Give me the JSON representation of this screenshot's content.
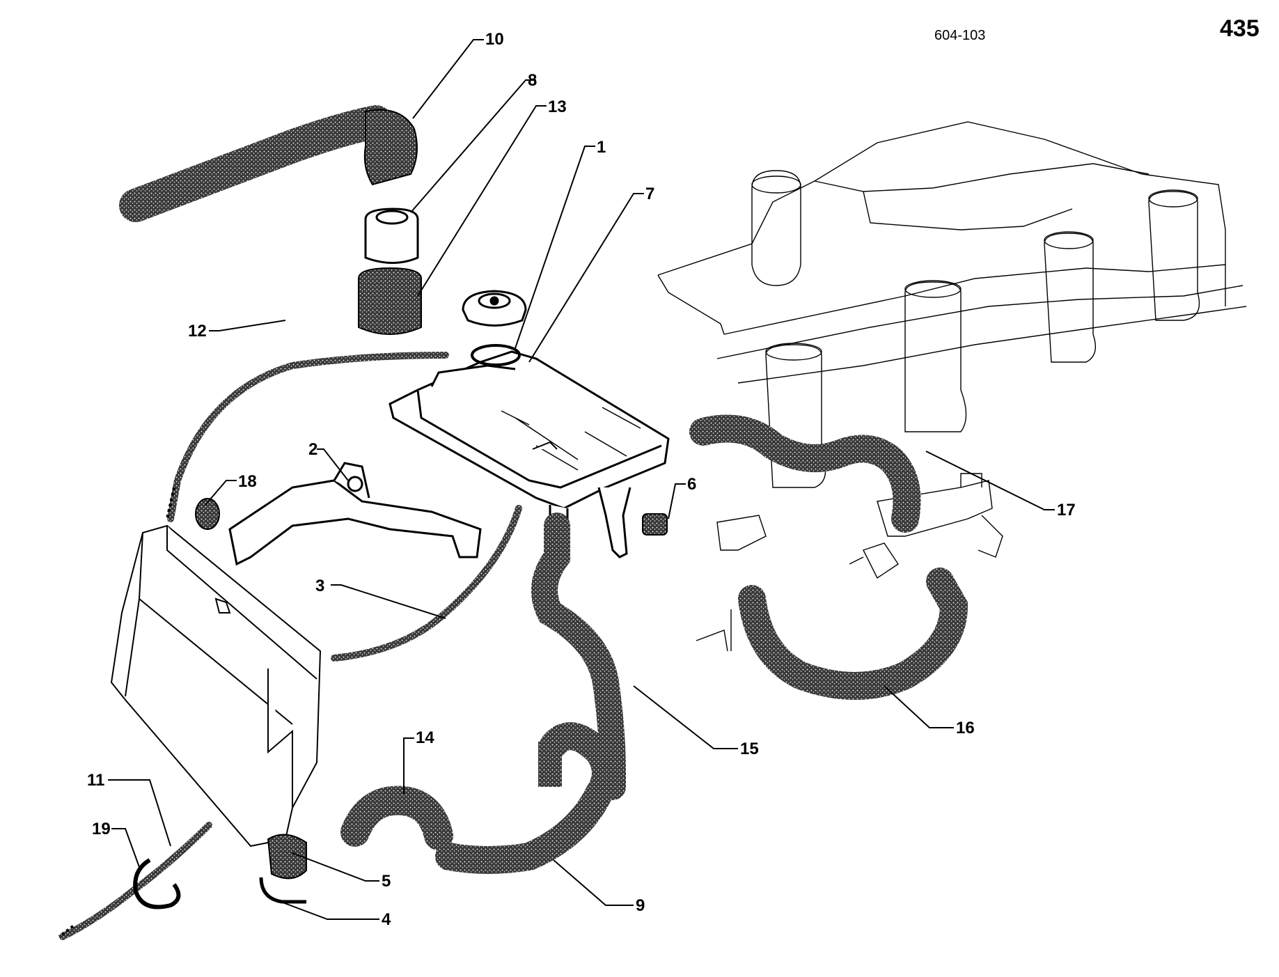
{
  "page_number": "435",
  "reference_code": "604-103",
  "callouts": {
    "c1": "1",
    "c2": "2",
    "c3": "3",
    "c4": "4",
    "c5": "5",
    "c6": "6",
    "c7": "7",
    "c8": "8",
    "c9": "9",
    "c10": "10",
    "c11": "11",
    "c12": "12",
    "c13": "13",
    "c14": "14",
    "c15": "15",
    "c16": "16",
    "c17": "17",
    "c18": "18",
    "c19": "19"
  },
  "colors": {
    "ink": "#000000",
    "hose_fill": "#4a4a4a",
    "paper": "#ffffff"
  }
}
